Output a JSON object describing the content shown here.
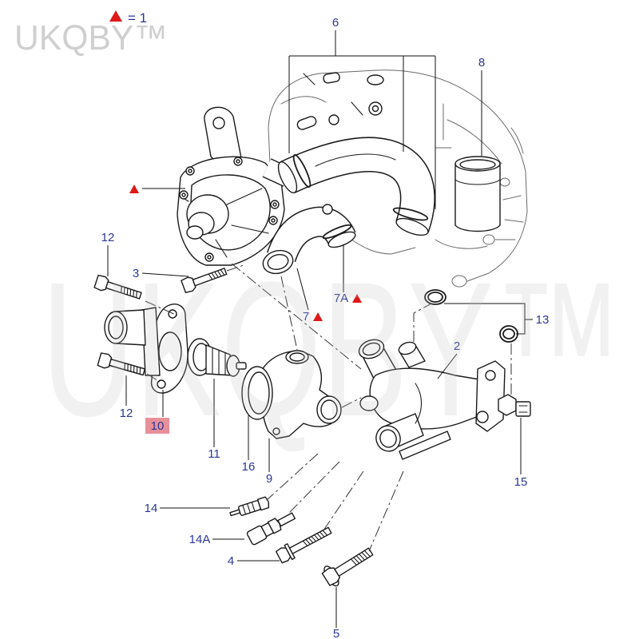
{
  "legend": {
    "marker_icon": "red-triangle-icon",
    "text": "= 1"
  },
  "watermark": {
    "corner": "UKQBY™",
    "center": "UKQBY™"
  },
  "callouts": {
    "c6": "6",
    "c8": "8",
    "c12_upper": "12",
    "c3": "3",
    "c7a": "7A",
    "c7": "7",
    "c13": "13",
    "c2": "2",
    "c10": "10",
    "c12_lower": "12",
    "c11": "11",
    "c16": "16",
    "c9": "9",
    "c15": "15",
    "c14": "14",
    "c14a": "14A",
    "c4": "4",
    "c5": "5"
  },
  "callout_markers": {
    "water_pump": "red-triangle-icon",
    "c7a": "red-triangle-icon",
    "c7": "red-triangle-icon"
  },
  "colors": {
    "callout": "#2b3796",
    "marker": "#e01818",
    "highlight": "#e8909a",
    "line": "#1a1a1a"
  }
}
